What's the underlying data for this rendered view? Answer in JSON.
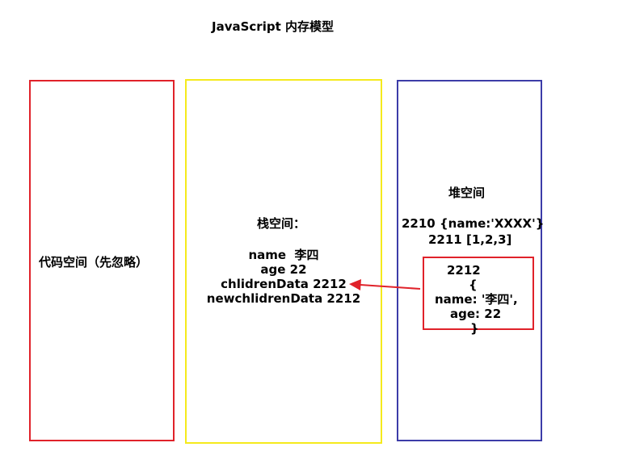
{
  "title": "JavaScript 内存模型",
  "colors": {
    "code_border": "#e0222a",
    "stack_border": "#f5ea1c",
    "heap_border": "#3c3ca8",
    "object_border": "#e0222a",
    "arrow": "#e0222a"
  },
  "code_area": {
    "label": "代码空间（先忽略）"
  },
  "stack_area": {
    "title": "栈空间：",
    "lines": [
      "name  李四",
      "age 22",
      "chlidrenData 2212",
      "newchlidrenData 2212"
    ]
  },
  "heap_area": {
    "title": "堆空间",
    "lines": [
      "2210 {name:'XXXX'}",
      "2211  [1,2,3]"
    ],
    "object": {
      "lines": [
        "2212",
        "{",
        "name: '李四',",
        "age: 22",
        "}"
      ]
    }
  }
}
